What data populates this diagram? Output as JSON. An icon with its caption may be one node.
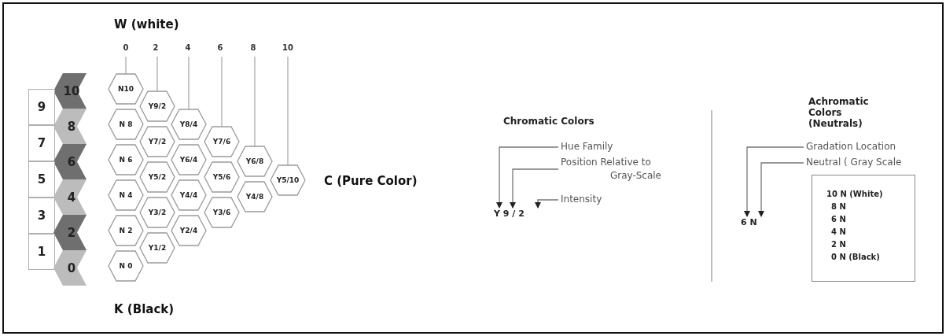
{
  "diagram": {
    "nodes": [
      {
        "text": [
          "10"
        ]
      },
      {
        "text": [
          "9"
        ]
      },
      {
        "text": [
          "8"
        ]
      },
      {
        "text": [
          "7"
        ]
      },
      {
        "text": [
          "6"
        ]
      },
      {
        "text": [
          "5"
        ]
      },
      {
        "text": [
          "4"
        ]
      },
      {
        "text": [
          "3"
        ]
      },
      {
        "text": [
          "2"
        ]
      },
      {
        "text": [
          "1"
        ]
      },
      {
        "text": [
          "0"
        ]
      },
      {
        "text": [
          "0"
        ]
      },
      {
        "text": [
          "2"
        ]
      },
      {
        "text": [
          "4"
        ]
      },
      {
        "text": [
          "6"
        ]
      },
      {
        "text": [
          "8"
        ]
      },
      {
        "text": [
          "10"
        ]
      },
      {
        "text": [
          "N10"
        ]
      },
      {
        "text": [
          "N 8"
        ]
      },
      {
        "text": [
          "N 6"
        ]
      },
      {
        "text": [
          "N 4"
        ]
      },
      {
        "text": [
          "N 2"
        ]
      },
      {
        "text": [
          "N 0"
        ]
      },
      {
        "text": [
          "Y9/2"
        ]
      },
      {
        "text": [
          "Y7/2"
        ]
      },
      {
        "text": [
          "Y5/2"
        ]
      },
      {
        "text": [
          "Y3/2"
        ]
      },
      {
        "text": [
          "Y1/2"
        ]
      },
      {
        "text": [
          "Y8/4"
        ]
      },
      {
        "text": [
          "Y6/4"
        ]
      },
      {
        "text": [
          "Y4/4"
        ]
      },
      {
        "text": [
          "Y2/4"
        ]
      },
      {
        "text": [
          "Y7/6"
        ]
      },
      {
        "text": [
          "Y5/6"
        ]
      },
      {
        "text": [
          "Y3/6"
        ]
      },
      {
        "text": [
          "Y6/8"
        ]
      },
      {
        "text": [
          "Y4/8"
        ]
      },
      {
        "text": [
          "Y5/10"
        ]
      },
      {
        "text": [
          "Hue Family"
        ]
      },
      {
        "text": [
          "Position Relative to Gray-Scale"
        ]
      },
      {
        "text": [
          "Intensity"
        ]
      },
      {
        "text": [
          "Y 9 / 2"
        ]
      },
      {
        "text": [
          "Gradation Location"
        ]
      },
      {
        "text": [
          "Neutral ( Gray Scale"
        ]
      },
      {
        "text": [
          "6 N"
        ]
      },
      {
        "text": [
          "10 N (White)",
          "8 N",
          "6 N",
          "4 N",
          "2 N",
          "0 N (Black)"
        ]
      }
    ],
    "edges": [
      {
        "from": 11,
        "to": 17,
        "arrow": "none"
      },
      {
        "from": 12,
        "to": 23,
        "arrow": "none"
      },
      {
        "from": 13,
        "to": 28,
        "arrow": "none"
      },
      {
        "from": 14,
        "to": 32,
        "arrow": "none"
      },
      {
        "from": 15,
        "to": 35,
        "arrow": "none"
      },
      {
        "from": 16,
        "to": 37,
        "arrow": "none"
      },
      {
        "from": 38,
        "to": 41,
        "arrow": "to"
      },
      {
        "from": 39,
        "to": 41,
        "arrow": "to"
      },
      {
        "from": 40,
        "to": 41,
        "arrow": "to"
      },
      {
        "from": 42,
        "to": 44,
        "arrow": "to"
      },
      {
        "from": 43,
        "to": 44,
        "arrow": "to"
      }
    ],
    "labels": [
      "W (white)",
      "C (Pure Color)",
      "K (Black)",
      "Chromatic Colors",
      "Achromatic Colors (Neutrals)"
    ]
  }
}
